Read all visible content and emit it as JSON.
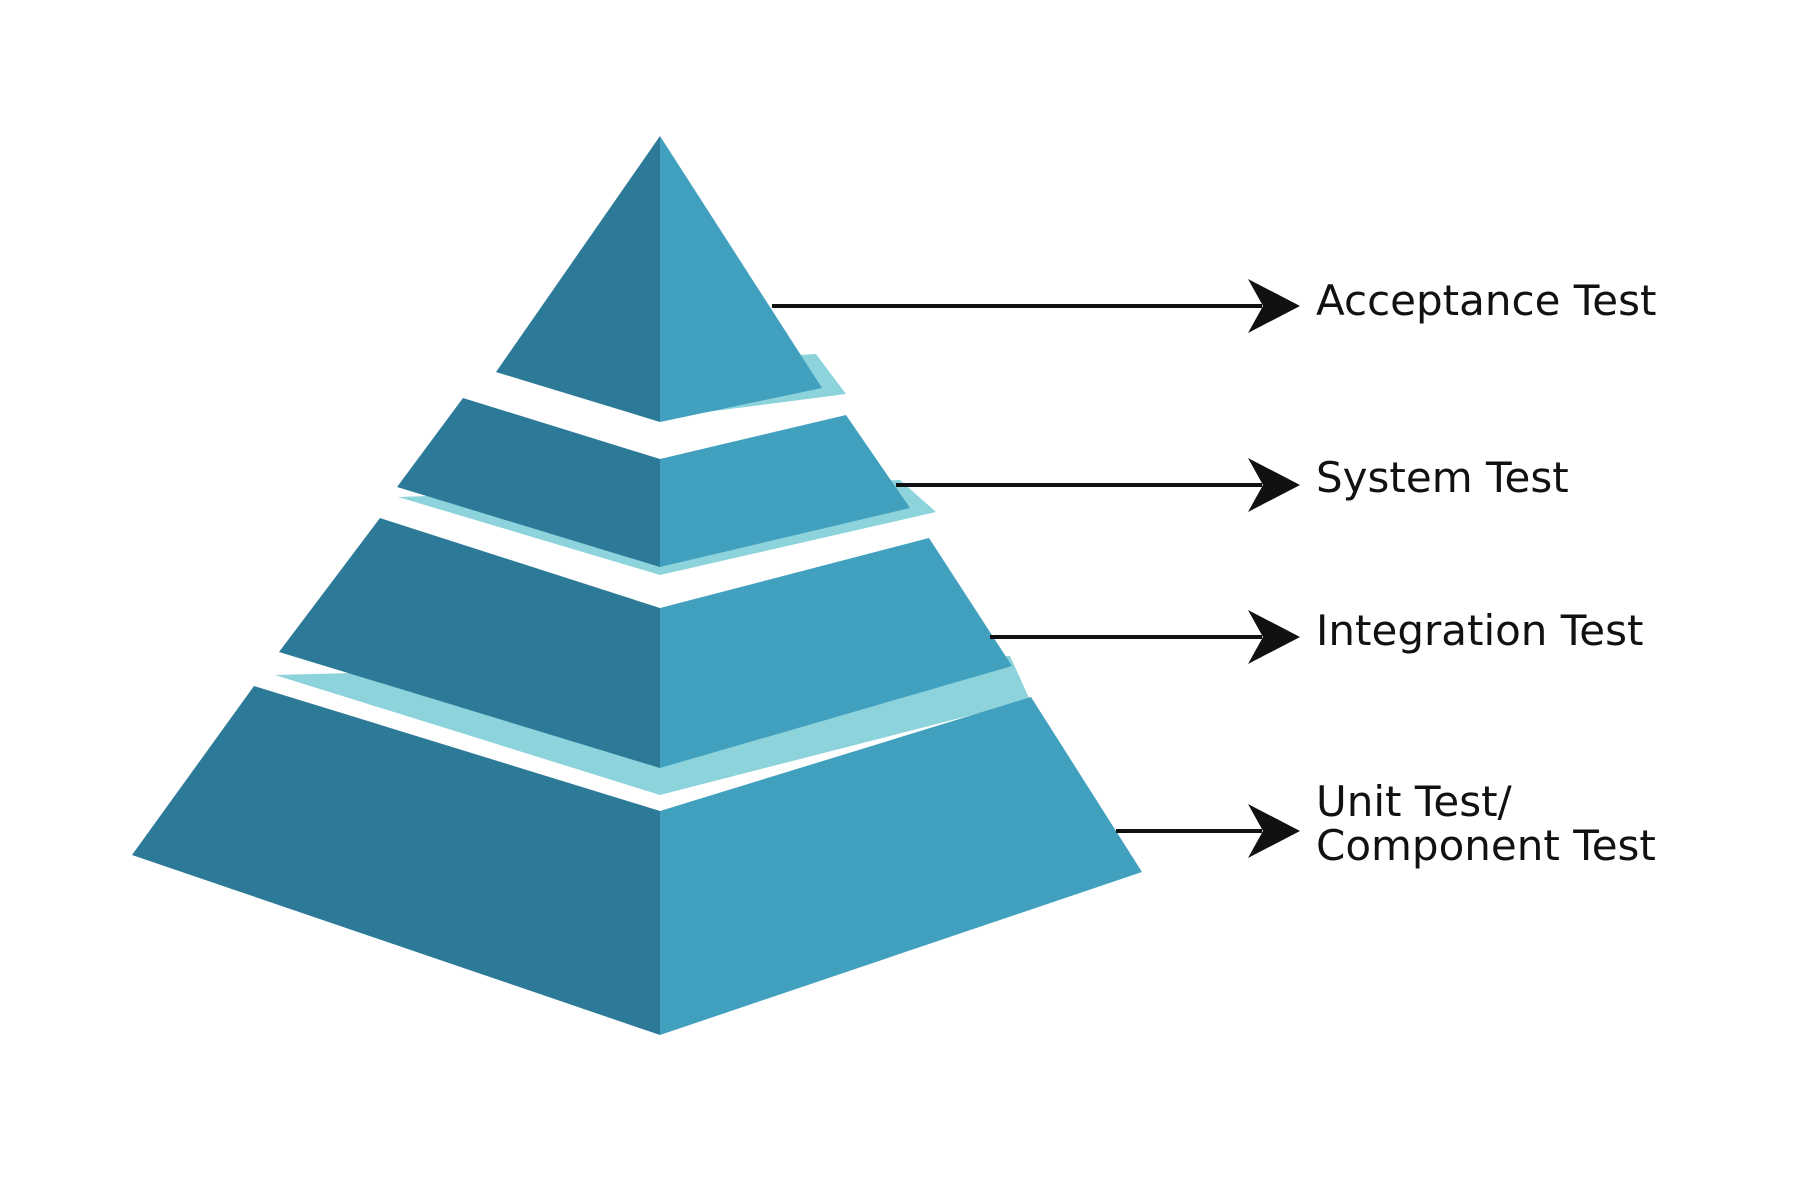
{
  "colors": {
    "background": "#ffffff",
    "left_face": "#2c7a98",
    "right_face": "#42a0bf",
    "band": "#8dd3dc",
    "arrow": "#111111",
    "text": "#111111"
  },
  "layers": [
    {
      "level": 1,
      "label_lines": [
        "Acceptance Test"
      ],
      "arrow_icon": "arrow-right-icon"
    },
    {
      "level": 2,
      "label_lines": [
        "System Test"
      ],
      "arrow_icon": "arrow-right-icon"
    },
    {
      "level": 3,
      "label_lines": [
        "Integration Test"
      ],
      "arrow_icon": "arrow-right-icon"
    },
    {
      "level": 4,
      "label_lines": [
        "Unit Test/",
        "Component Test"
      ],
      "arrow_icon": "arrow-right-icon"
    }
  ]
}
